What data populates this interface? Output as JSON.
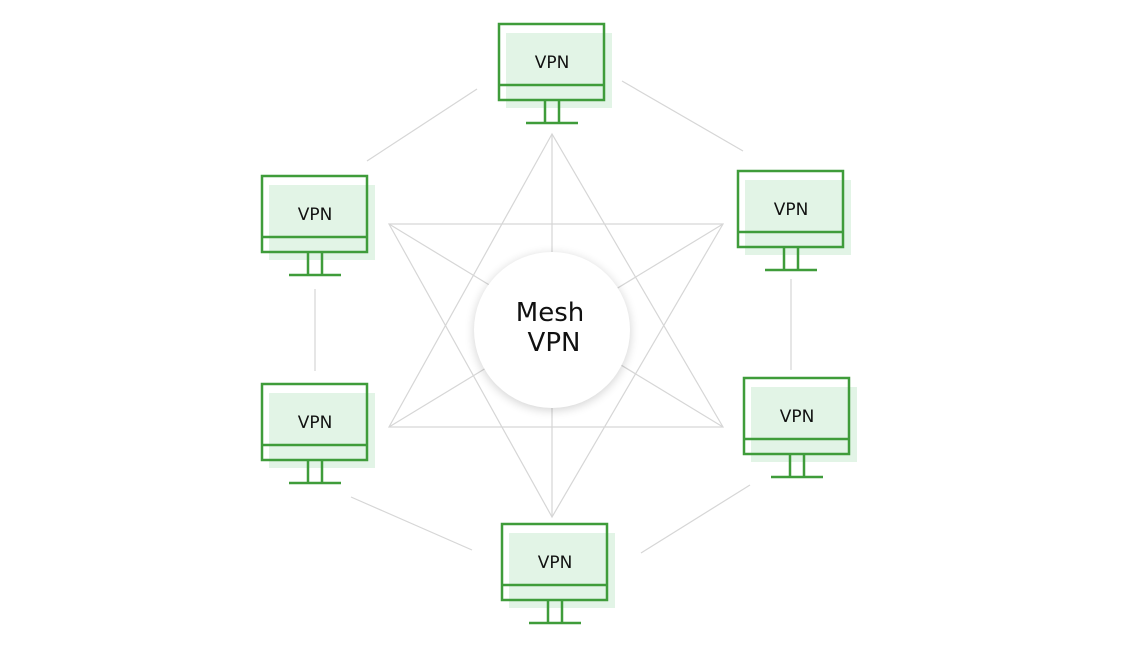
{
  "center": {
    "line1": "Mesh",
    "line2": "VPN"
  },
  "nodes": [
    {
      "label": "VPN"
    },
    {
      "label": "VPN"
    },
    {
      "label": "VPN"
    },
    {
      "label": "VPN"
    },
    {
      "label": "VPN"
    },
    {
      "label": "VPN"
    }
  ],
  "colors": {
    "frame": "#3f9c3a",
    "screen_fill": "#e2f4e6",
    "lines": "#d6d6d6"
  }
}
